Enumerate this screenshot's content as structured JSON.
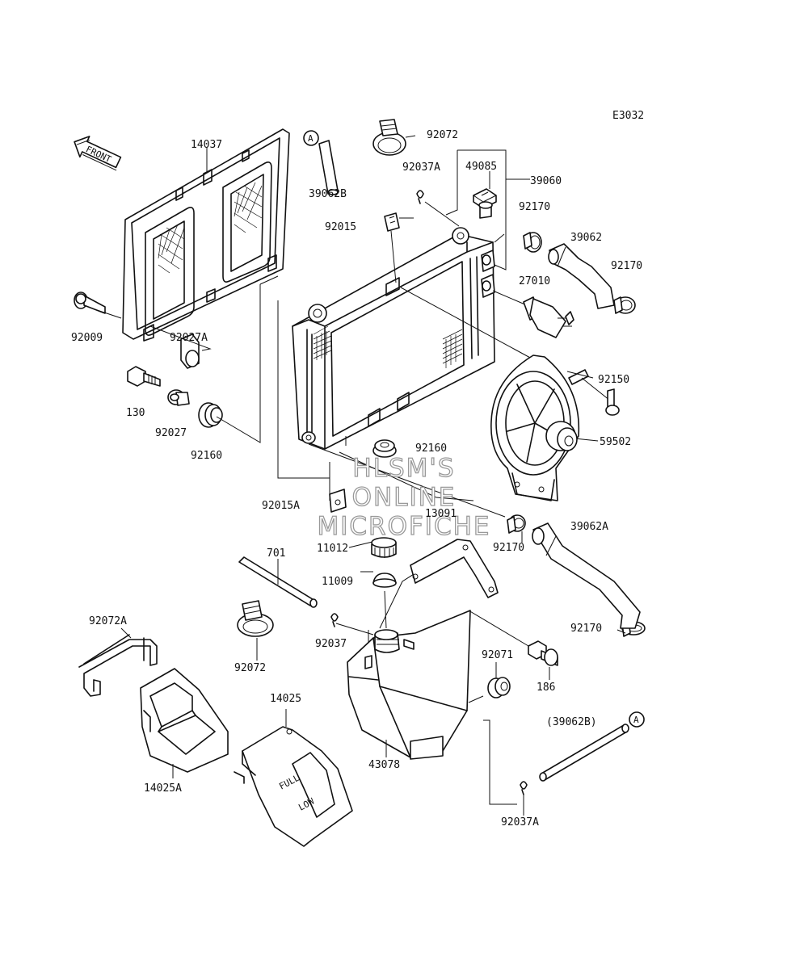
{
  "diagram_code": "E3032",
  "front_label": "FRONT",
  "ref_markers": [
    "A",
    "A"
  ],
  "watermark": [
    "HLSM'S",
    "ONLINE",
    "MICROFICHE"
  ],
  "tank_marks": [
    "FULL",
    "LOW"
  ],
  "labels": [
    {
      "id": "l-92072-top",
      "text": "92072"
    },
    {
      "id": "l-14037",
      "text": "14037"
    },
    {
      "id": "l-92037A-top",
      "text": "92037A"
    },
    {
      "id": "l-49085",
      "text": "49085"
    },
    {
      "id": "l-39060",
      "text": "39060"
    },
    {
      "id": "l-39062B",
      "text": "39062B"
    },
    {
      "id": "l-92015",
      "text": "92015"
    },
    {
      "id": "l-92170-a",
      "text": "92170"
    },
    {
      "id": "l-39062",
      "text": "39062"
    },
    {
      "id": "l-92170-b",
      "text": "92170"
    },
    {
      "id": "l-27010",
      "text": "27010"
    },
    {
      "id": "l-92009",
      "text": "92009"
    },
    {
      "id": "l-92027A",
      "text": "92027A"
    },
    {
      "id": "l-130",
      "text": "130"
    },
    {
      "id": "l-92150",
      "text": "92150"
    },
    {
      "id": "l-92027",
      "text": "92027"
    },
    {
      "id": "l-92160-a",
      "text": "92160"
    },
    {
      "id": "l-59502",
      "text": "59502"
    },
    {
      "id": "l-92160-b",
      "text": "92160"
    },
    {
      "id": "l-92015A",
      "text": "92015A"
    },
    {
      "id": "l-13091",
      "text": "13091"
    },
    {
      "id": "l-39062A",
      "text": "39062A"
    },
    {
      "id": "l-11012",
      "text": "11012"
    },
    {
      "id": "l-92170-c",
      "text": "92170"
    },
    {
      "id": "l-701",
      "text": "701"
    },
    {
      "id": "l-11009",
      "text": "11009"
    },
    {
      "id": "l-92170-d",
      "text": "92170"
    },
    {
      "id": "l-92072A",
      "text": "92072A"
    },
    {
      "id": "l-92037",
      "text": "92037"
    },
    {
      "id": "l-92071",
      "text": "92071"
    },
    {
      "id": "l-92072-bot",
      "text": "92072"
    },
    {
      "id": "l-186",
      "text": "186"
    },
    {
      "id": "l-14025",
      "text": "14025"
    },
    {
      "id": "l-39062B-paren",
      "text": "(39062B)"
    },
    {
      "id": "l-43078",
      "text": "43078"
    },
    {
      "id": "l-14025A",
      "text": "14025A"
    },
    {
      "id": "l-92037A-bot",
      "text": "92037A"
    }
  ]
}
